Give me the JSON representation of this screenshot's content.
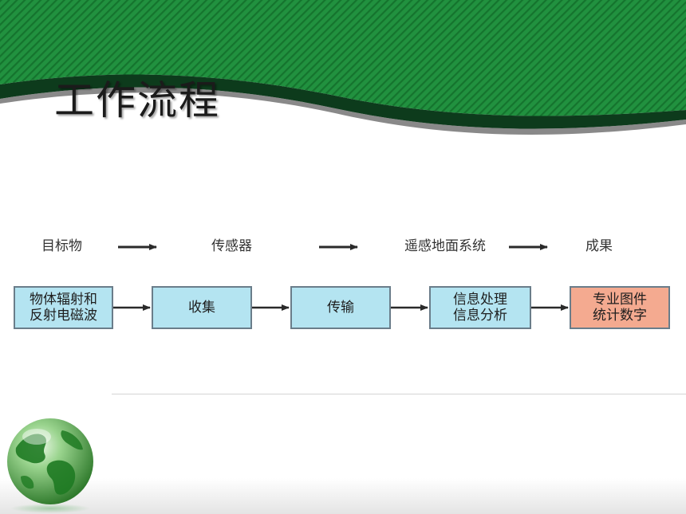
{
  "slide": {
    "title": "工作流程"
  },
  "stages": [
    {
      "label": "目标物"
    },
    {
      "label": "传感器"
    },
    {
      "label": "遥感地面系统"
    },
    {
      "label": "成果"
    }
  ],
  "steps": [
    {
      "text": "物体辐射和\n反射电磁波",
      "color": "#b4e4f1"
    },
    {
      "text": "收集",
      "color": "#b4e4f1"
    },
    {
      "text": "传输",
      "color": "#b4e4f1"
    },
    {
      "text": "信息处理\n信息分析",
      "color": "#b4e4f1"
    },
    {
      "text": "专业图件\n统计数字",
      "color": "#f4aa90"
    }
  ],
  "theme": {
    "header_green": "#1f8a3d",
    "header_dark": "#0c3d1c",
    "globe_green": "#2f9e3a"
  },
  "icons": {
    "globe": "globe-icon",
    "arrow": "right-arrow"
  }
}
